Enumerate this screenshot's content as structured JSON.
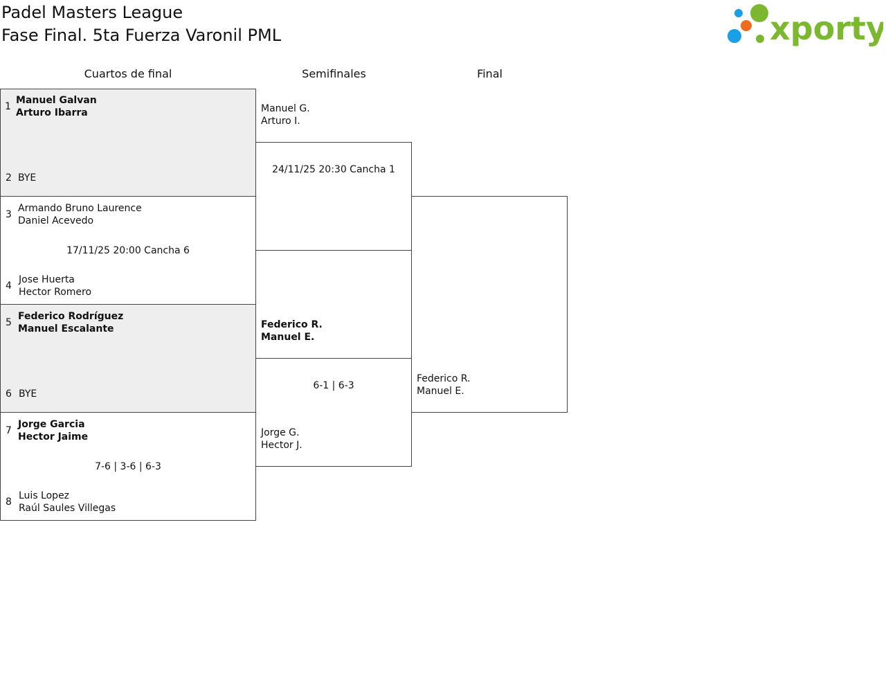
{
  "header": {
    "line1": "Padel Masters League",
    "line2": "Fase Final. 5ta Fuerza Varonil PML"
  },
  "logo": {
    "text": "xporty",
    "green": "#7cb82f",
    "blue": "#1aa0e6",
    "orange": "#ee6c1b"
  },
  "rounds": [
    "Cuartos de final",
    "Semifinales",
    "Final"
  ],
  "quarterfinals": [
    {
      "top": {
        "seed": "1",
        "p1": "Manuel Galvan",
        "p2": "Arturo Ibarra",
        "winner": true
      },
      "bottom": {
        "seed": "2",
        "p1": "BYE"
      },
      "info": ""
    },
    {
      "top": {
        "seed": "3",
        "p1": "Armando Bruno Laurence",
        "p2": "Daniel Acevedo"
      },
      "bottom": {
        "seed": "4",
        "p1": "Jose Huerta",
        "p2": "Hector Romero"
      },
      "info": "17/11/25 20:00 Cancha 6"
    },
    {
      "top": {
        "seed": "5",
        "p1": "Federico Rodríguez",
        "p2": "Manuel Escalante",
        "winner": true
      },
      "bottom": {
        "seed": "6",
        "p1": "BYE"
      },
      "info": ""
    },
    {
      "top": {
        "seed": "7",
        "p1": "Jorge Garcia",
        "p2": "Hector Jaime",
        "winner": true
      },
      "bottom": {
        "seed": "8",
        "p1": "Luis Lopez",
        "p2": "Raúl Saules Villegas"
      },
      "info": "7-6 | 3-6 | 6-3"
    }
  ],
  "semifinals": [
    {
      "top": {
        "p1": "Manuel G.",
        "p2": "Arturo I."
      },
      "bottom": {
        "p1": "",
        "p2": ""
      },
      "info": "24/11/25 20:30 Cancha 1"
    },
    {
      "top": {
        "p1": "Federico R.",
        "p2": "Manuel E.",
        "winner": true
      },
      "bottom": {
        "p1": "Jorge G.",
        "p2": "Hector J."
      },
      "info": "6-1 | 6-3"
    }
  ],
  "final": {
    "top": {
      "p1": "",
      "p2": ""
    },
    "bottom": {
      "p1": "Federico R.",
      "p2": "Manuel E."
    }
  }
}
